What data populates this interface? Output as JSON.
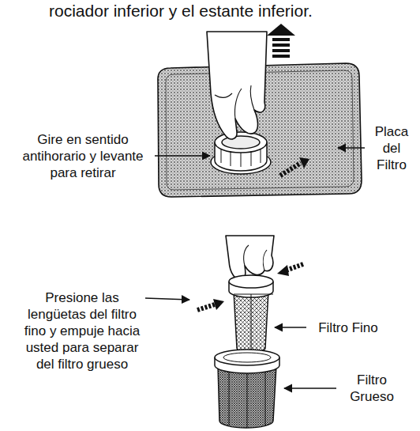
{
  "diagram": {
    "labels": [
      "rociador inferior y el estante inferior.",
      "Gire en sentido antihorario y levante para retirar",
      "Placa del Filtro",
      "Presione las lengüetas del filtro fino y empuje hacia usted para separar del filtro grueso",
      "Filtro Fino",
      "Filtro Grueso"
    ]
  }
}
